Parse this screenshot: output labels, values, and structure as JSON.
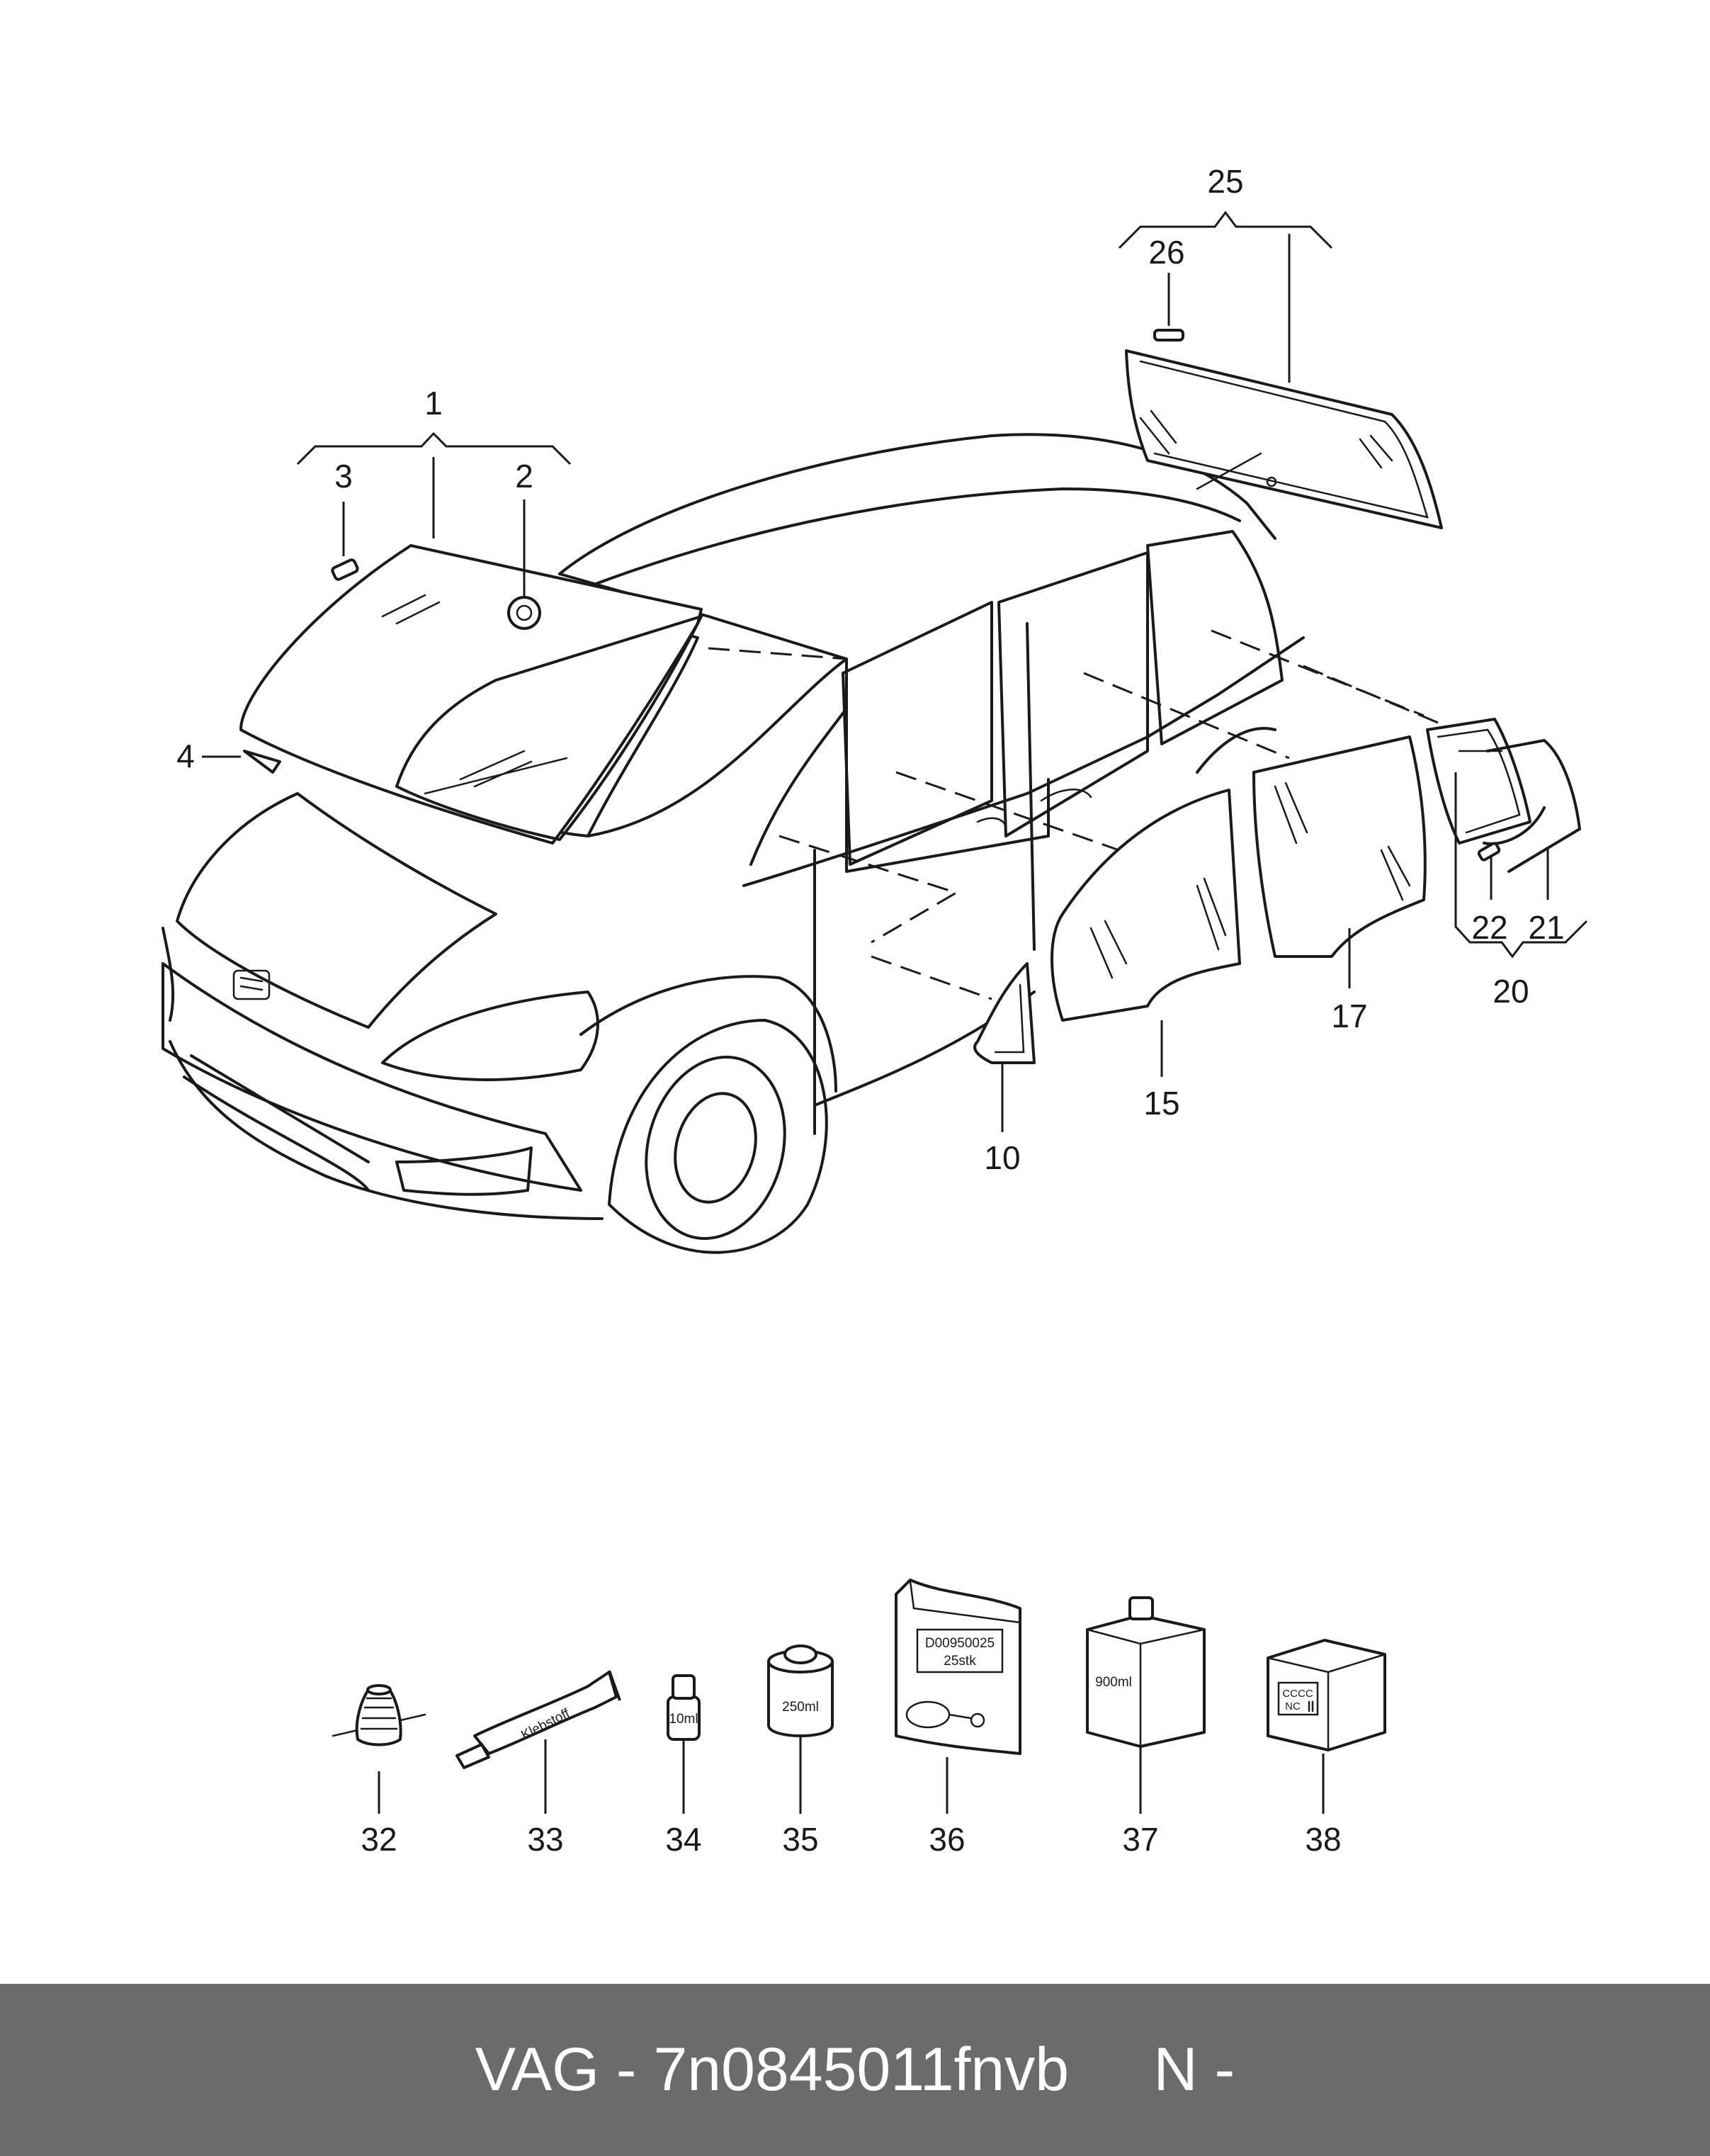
{
  "callouts": {
    "c1": "1",
    "c2": "2",
    "c3": "3",
    "c4": "4",
    "c10": "10",
    "c15": "15",
    "c17": "17",
    "c20": "20",
    "c21": "21",
    "c22": "22",
    "c25": "25",
    "c26": "26",
    "c32": "32",
    "c33": "33",
    "c34": "34",
    "c35": "35",
    "c36": "36",
    "c37": "37",
    "c38": "38"
  },
  "package_labels": {
    "tube": "Klebstoff",
    "bottle_small": "10ml",
    "can": "250ml",
    "bag_line1": "D00950025",
    "bag_line2": "25stk",
    "canister": "900ml",
    "box_line1": "CCCC",
    "box_line2": "NC"
  },
  "footer": {
    "text": "VAG - 7n0845011fnvb     N -"
  },
  "colors": {
    "line": "#1a1a1a",
    "footer_bg": "#6b6b6b",
    "footer_text": "#ffffff"
  }
}
